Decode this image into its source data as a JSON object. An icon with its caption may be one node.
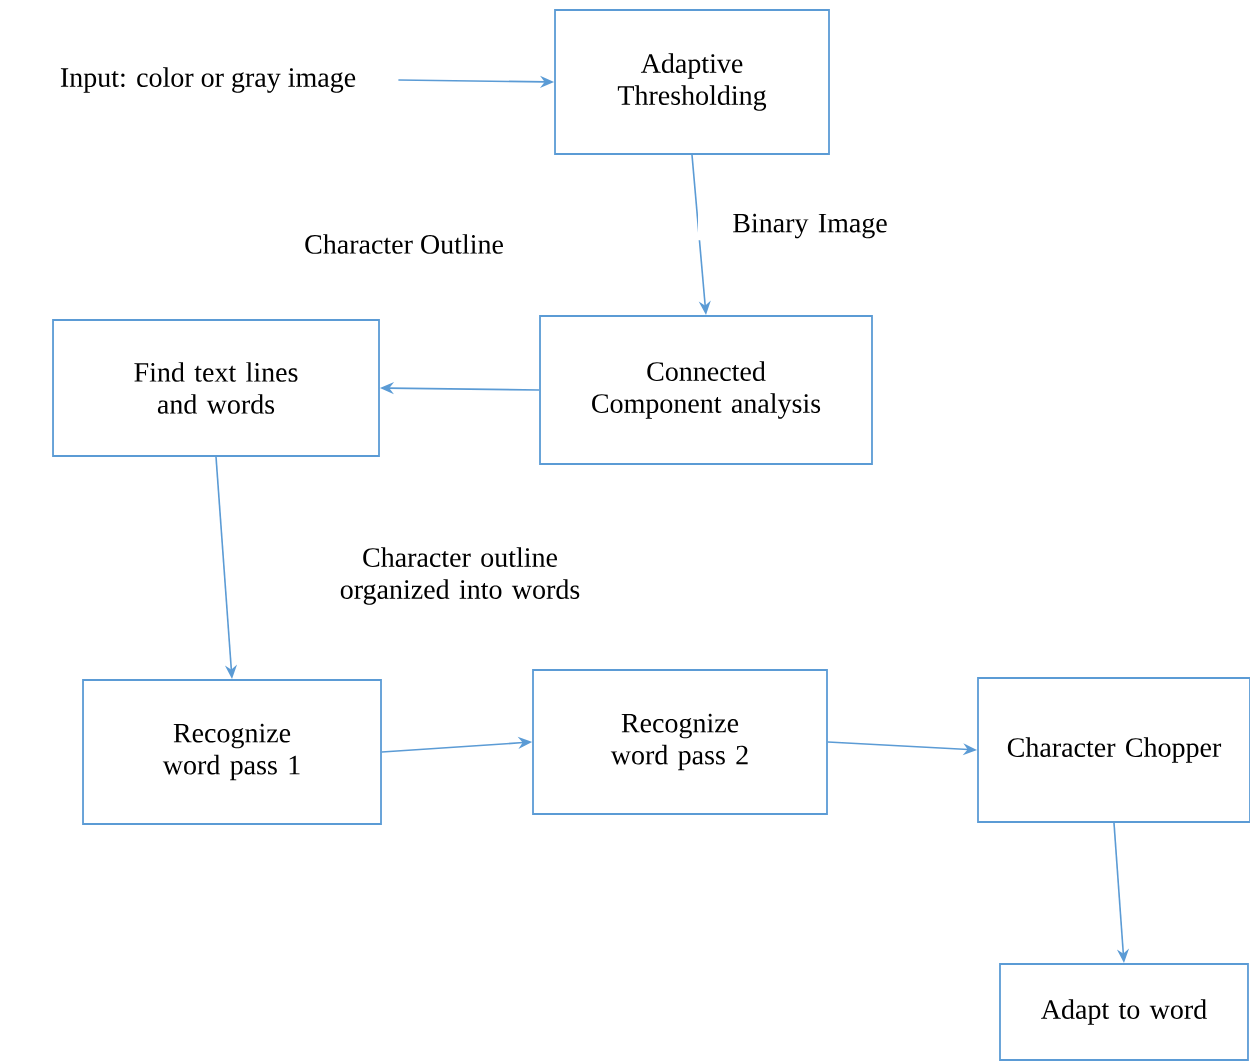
{
  "diagram": {
    "nodes": [
      {
        "text": [
          "Input: color or gray image"
        ]
      },
      {
        "text": [
          "Adaptive Thresholding"
        ]
      },
      {
        "text": [
          "Connected Component analysis"
        ]
      },
      {
        "text": [
          "Find text lines and words"
        ]
      },
      {
        "text": [
          "Recognize word pass 1"
        ]
      },
      {
        "text": [
          "Recognize word pass 2"
        ]
      },
      {
        "text": [
          "Character Chopper"
        ]
      },
      {
        "text": [
          "Adapt to word"
        ]
      }
    ],
    "edges": [
      {
        "from": 0,
        "to": 1,
        "arrow": "to"
      },
      {
        "from": 1,
        "to": 2,
        "arrow": "to",
        "label": "Binary Image"
      },
      {
        "from": 2,
        "to": 3,
        "arrow": "to"
      },
      {
        "from": 3,
        "to": 4,
        "arrow": "to",
        "label": "Character outline organized into words"
      },
      {
        "from": 4,
        "to": 5,
        "arrow": "to"
      },
      {
        "from": 5,
        "to": 6,
        "arrow": "to"
      },
      {
        "from": 6,
        "to": 7,
        "arrow": "to"
      }
    ],
    "labels": [
      "Character Outline"
    ]
  }
}
